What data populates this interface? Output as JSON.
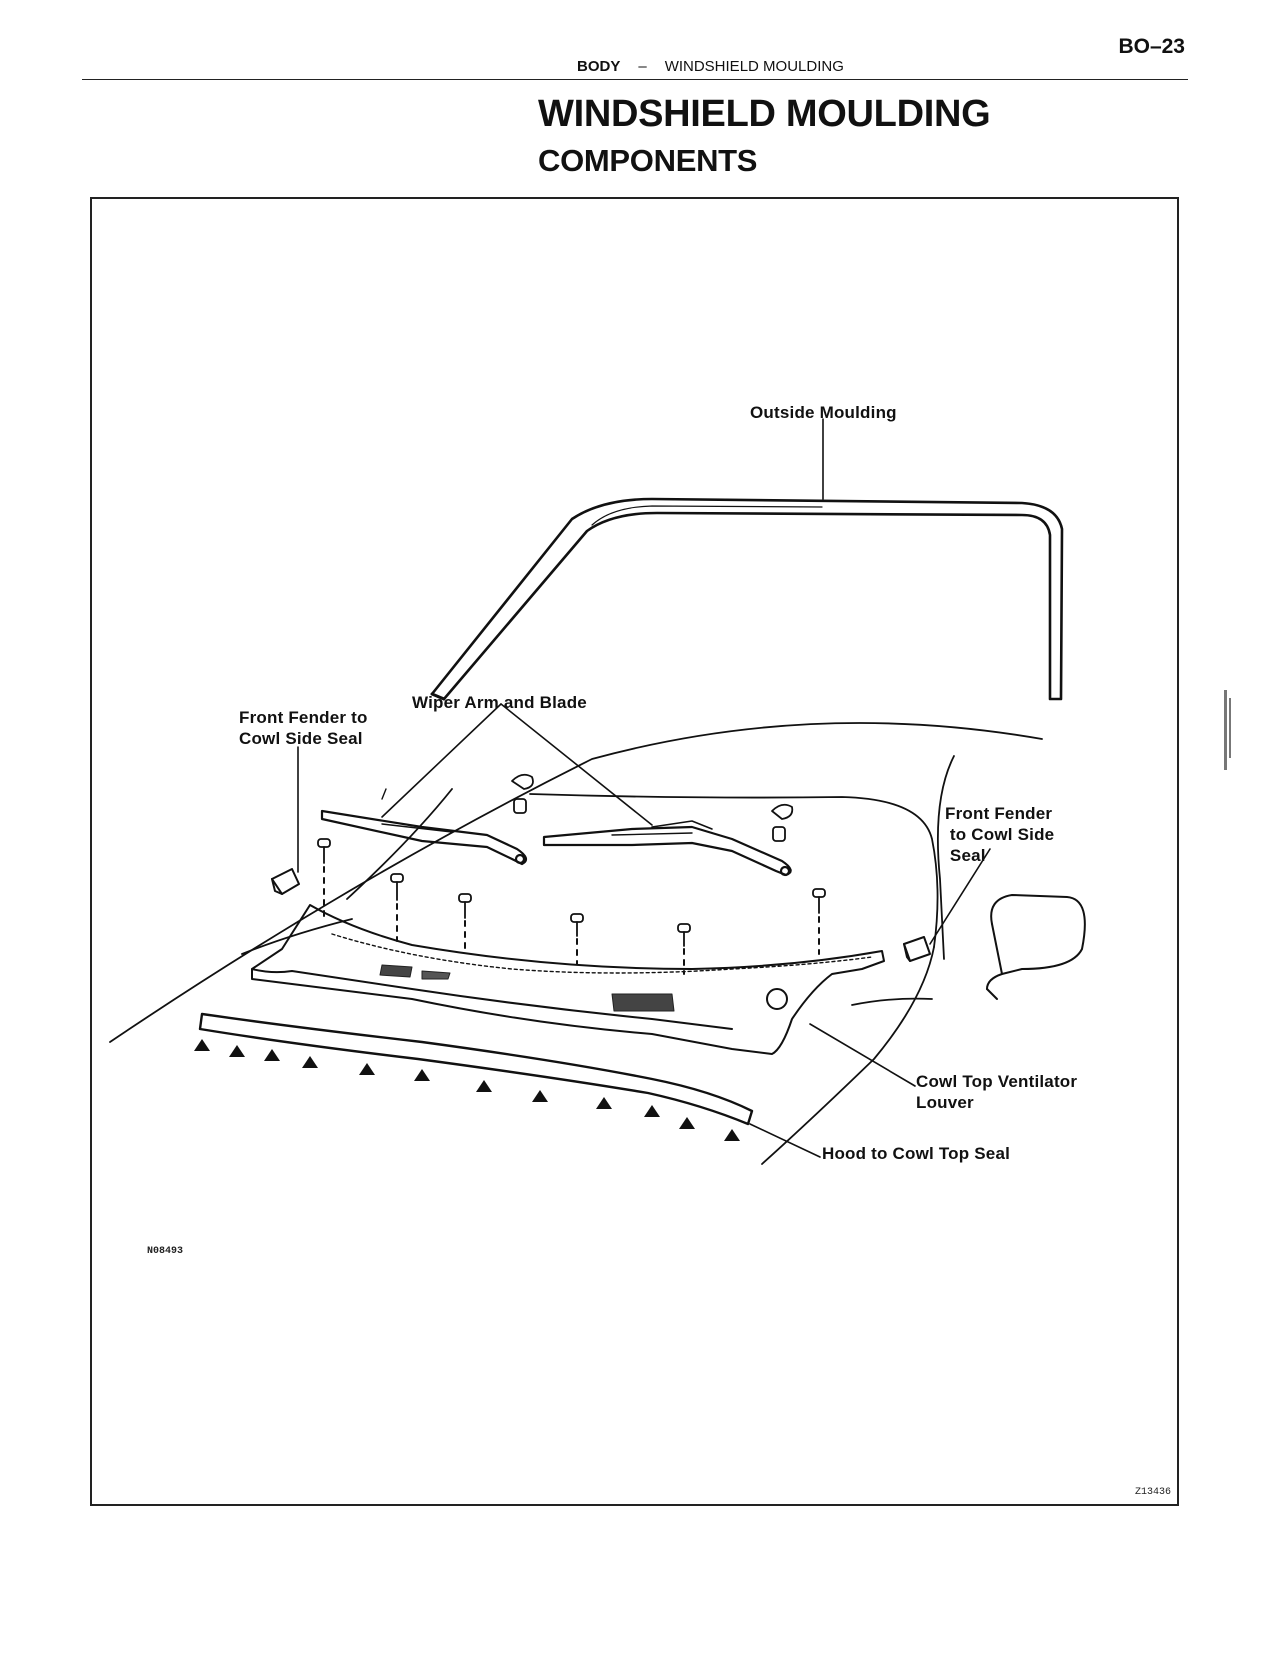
{
  "header": {
    "page_number": "BO–23",
    "section": "BODY",
    "separator": "–",
    "topic": "WINDSHIELD MOULDING"
  },
  "title": "WINDSHIELD MOULDING",
  "subtitle": "COMPONENTS",
  "figure": {
    "labels": {
      "outside_moulding": "Outside Moulding",
      "wiper_arm_and_blade": "Wiper Arm and Blade",
      "front_fender_seal_left": "Front Fender to\nCowl Side Seal",
      "front_fender_seal_right": "Front Fender\n to Cowl Side\n Seal",
      "cowl_louver": "Cowl Top Ventilator\nLouver",
      "hood_seal": "Hood to Cowl Top Seal"
    },
    "illustration_code": "N08493",
    "figure_code": "Z13436"
  }
}
